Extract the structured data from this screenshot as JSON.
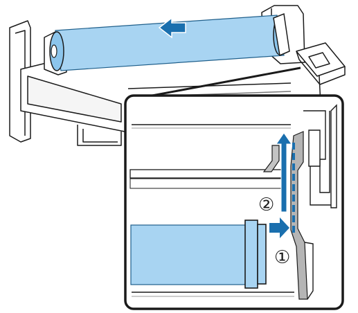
{
  "steps": [
    {
      "id": "step-1",
      "label": "①"
    },
    {
      "id": "step-2",
      "label": "②"
    }
  ],
  "colors": {
    "roll_fill": "#a8d4f2",
    "roll_stroke": "#1f5f8b",
    "arrow": "#1a6fae",
    "outline": "#1a1a1a",
    "printer_body": "#ffffff",
    "shadow": "#bdbdbd"
  },
  "icons": {
    "push_arrow": "arrow-left-icon",
    "step1_arrow": "arrow-right-icon",
    "step2_arrow": "arrow-up-icon"
  }
}
